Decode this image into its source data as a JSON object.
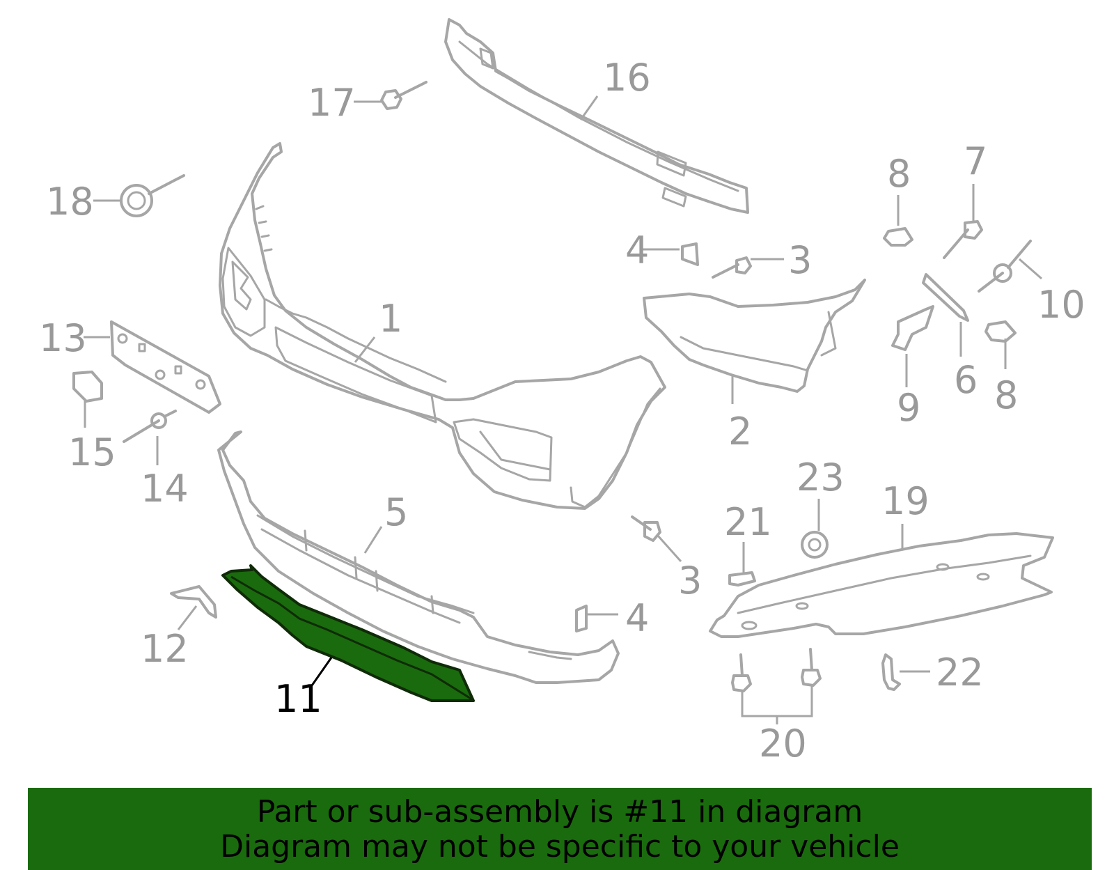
{
  "callouts": {
    "c1": "1",
    "c2": "2",
    "c3a": "3",
    "c3b": "3",
    "c4a": "4",
    "c4b": "4",
    "c5": "5",
    "c6": "6",
    "c7": "7",
    "c8a": "8",
    "c8b": "8",
    "c9": "9",
    "c10": "10",
    "c11": "11",
    "c12": "12",
    "c13": "13",
    "c14": "14",
    "c15": "15",
    "c16": "16",
    "c17": "17",
    "c18": "18",
    "c19": "19",
    "c20": "20",
    "c21": "21",
    "c22": "22",
    "c23": "23"
  },
  "highlight_part": "11",
  "colors": {
    "highlight": "#1a6b0d",
    "line_art": "#a6a6a6"
  },
  "banner": {
    "line1": "Part or sub-assembly is #11 in diagram",
    "line2": "Diagram may not be specific to your vehicle"
  }
}
